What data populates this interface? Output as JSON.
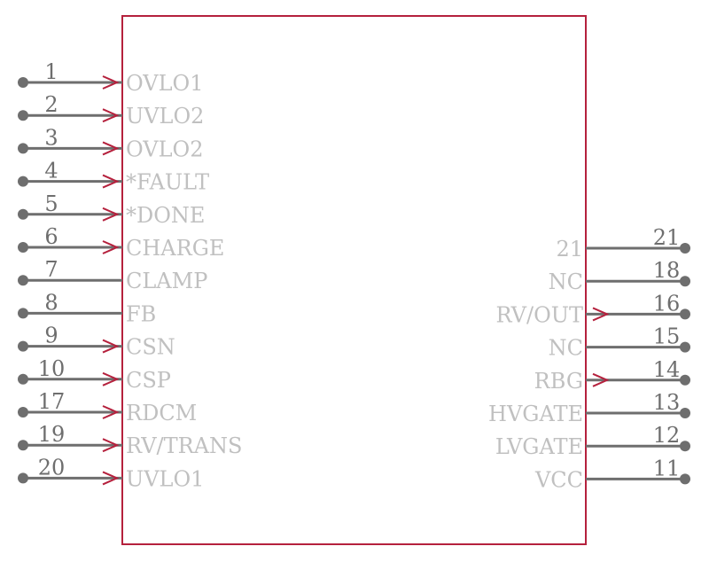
{
  "colors": {
    "body_outline": "#b5213d",
    "pin": "#6e6e6e",
    "pin_name": "#c0c0c0",
    "arrow": "#b5213d"
  },
  "left_pins": [
    {
      "number": "1",
      "name": "OVLO1",
      "arrow": true
    },
    {
      "number": "2",
      "name": "UVLO2",
      "arrow": true
    },
    {
      "number": "3",
      "name": "OVLO2",
      "arrow": true
    },
    {
      "number": "4",
      "name": "*FAULT",
      "arrow": true
    },
    {
      "number": "5",
      "name": "*DONE",
      "arrow": true
    },
    {
      "number": "6",
      "name": "CHARGE",
      "arrow": true
    },
    {
      "number": "7",
      "name": "CLAMP",
      "arrow": false
    },
    {
      "number": "8",
      "name": "FB",
      "arrow": false
    },
    {
      "number": "9",
      "name": "CSN",
      "arrow": true
    },
    {
      "number": "10",
      "name": "CSP",
      "arrow": true
    },
    {
      "number": "17",
      "name": "RDCM",
      "arrow": true
    },
    {
      "number": "19",
      "name": "RV/TRANS",
      "arrow": true
    },
    {
      "number": "20",
      "name": "UVLO1",
      "arrow": true
    }
  ],
  "right_pins": [
    {
      "number": "21",
      "name": "21",
      "arrow": false
    },
    {
      "number": "18",
      "name": "NC",
      "arrow": false
    },
    {
      "number": "16",
      "name": "RV/OUT",
      "arrow": true
    },
    {
      "number": "15",
      "name": "NC",
      "arrow": false
    },
    {
      "number": "14",
      "name": "RBG",
      "arrow": true
    },
    {
      "number": "13",
      "name": "HVGATE",
      "arrow": false
    },
    {
      "number": "12",
      "name": "LVGATE",
      "arrow": false
    },
    {
      "number": "11",
      "name": "VCC",
      "arrow": false
    }
  ]
}
